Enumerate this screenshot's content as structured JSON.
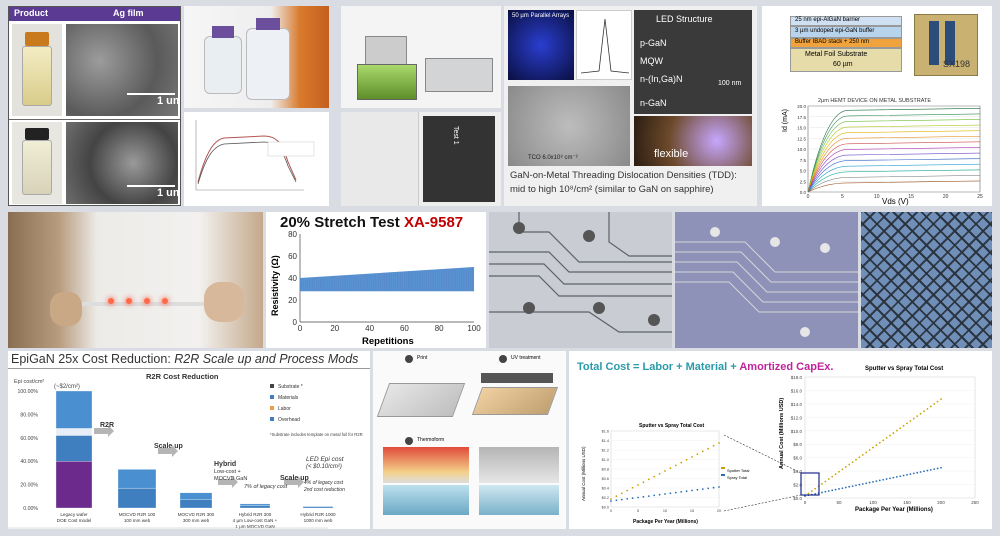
{
  "product_table": {
    "col_product": "Product",
    "col_film": "Ag film",
    "scale1": "1 um",
    "scale2": "1 um"
  },
  "tem_panel": {
    "arrays_label": "50 µm Parallel Arrays",
    "led_title": "LED Structure",
    "layers": [
      "p-GaN",
      "MQW",
      "n-(In,Ga)N",
      "n-GaN"
    ],
    "scale": "100 nm",
    "tco_label": "TCO 6.0x10⁸ cm⁻²",
    "flexible_label": "flexible",
    "caption_line1": "GaN-on-Metal Threading Dislocation Densities (TDD):",
    "caption_line2": "mid to high 10⁸/cm² (similar to GaN on sapphire)"
  },
  "hemt_panel": {
    "layers": [
      "25 nm epi-AlGaN barrier",
      "3 µm undoped epi-GaN buffer",
      "Buffer IBAD stack + 250 nm",
      "Metal Foil Substrate",
      "60 µm"
    ],
    "chip_label": "SX198",
    "plot_title": "2μm HEMT DEVICE ON METAL SUBSTRATE",
    "ylabel": "Id (mA)",
    "xlabel": "Vds (V)",
    "yticks": [
      "20.0",
      "17.5",
      "15.0",
      "12.5",
      "10.0",
      "7.5",
      "5.0",
      "2.5",
      "0.0"
    ],
    "xticks": [
      "0",
      "5",
      "10",
      "15",
      "20",
      "25"
    ]
  },
  "mask_label": "Test 1",
  "stretch_test": {
    "title_prefix": "20% Stretch Test ",
    "title_code": "XA-9587",
    "ylabel": "Resistivity (Ω)",
    "xlabel": "Repetitions",
    "yticks": [
      "0",
      "20",
      "40",
      "60",
      "80"
    ],
    "xticks": [
      "0",
      "20",
      "40",
      "60",
      "80",
      "100"
    ]
  },
  "epigan": {
    "title_prefix": "EpiGaN 25x Cost Reduction: ",
    "title_italic": "R2R Scale up and Process Mods",
    "chart_title": "R2R Cost Reduction",
    "yunit": "Epi cost/cm²",
    "yunit2": "(~$2/cm²)",
    "yticks": [
      "100.00%",
      "80.00%",
      "60.00%",
      "40.00%",
      "20.00%",
      "0.00%"
    ],
    "legend": [
      "Substrate *",
      "Materials",
      "Labor",
      "Overhead"
    ],
    "footnote": "*Substrate includes template on metal foil for R2R",
    "steps": [
      "R2R",
      "Scale up",
      "Hybrid",
      "Scale up"
    ],
    "hybrid_sub": [
      "Low-cost +",
      "MOCVD GaN"
    ],
    "legacy_cost": "7% of legacy cost",
    "led_cost_title": "LED Epi cost",
    "led_cost_value": "(< $0.10/cm²)",
    "led_legacy": [
      "4% of legacy cost",
      "2nd cost reduction"
    ],
    "bar_labels": [
      [
        "Legacy wafer",
        "DOE Cost model"
      ],
      [
        "MOCVD R2R 100",
        "100 mm web"
      ],
      [
        "MOCVD R2R 300",
        "300 mm web"
      ],
      [
        "Hybrid R2R 300",
        "4 µm Low-cost GaN +",
        "1 µm MOCVD GaN"
      ],
      [
        "Hybrid R2R 1000",
        "1000 mm web"
      ]
    ]
  },
  "process": {
    "steps": [
      "Print",
      "UV treatment",
      "Thermoform"
    ]
  },
  "cost_formula": {
    "total": "Total Cost",
    "eq": " = ",
    "labor": "Labor",
    "plus": " + ",
    "material": "Material",
    "capex": "Amortized CapEx."
  },
  "small_chart": {
    "title": "Sputter vs Spray Total Cost",
    "ylabel": "Annual Cost (Millions USD)",
    "xlabel": "Package Per Year (Millions)",
    "legend": [
      "Sputter Total",
      "Spray Total"
    ],
    "yticks": [
      "$1.6",
      "$1.4",
      "$1.2",
      "$1.0",
      "$0.8",
      "$0.6",
      "$0.4",
      "$0.2",
      "$0.0"
    ],
    "xticks": [
      "0",
      "5",
      "10",
      "15",
      "20"
    ]
  },
  "large_chart": {
    "title": "Sputter vs Spray Total Cost",
    "ylabel": "Annual Cost (Millions USD)",
    "xlabel": "Package Per Year (Millions)",
    "yticks": [
      "$18.0",
      "$16.0",
      "$14.0",
      "$12.0",
      "$10.0",
      "$8.0",
      "$6.0",
      "$4.0",
      "$2.0",
      "$0.0"
    ],
    "xticks": [
      "0",
      "50",
      "100",
      "150",
      "200",
      "250"
    ]
  },
  "colors": {
    "accent_blue": "#1a73b8",
    "red": "#c00000",
    "teal": "#2b9aa8",
    "pink": "#c0249a",
    "purple": "#6b2a8c"
  }
}
